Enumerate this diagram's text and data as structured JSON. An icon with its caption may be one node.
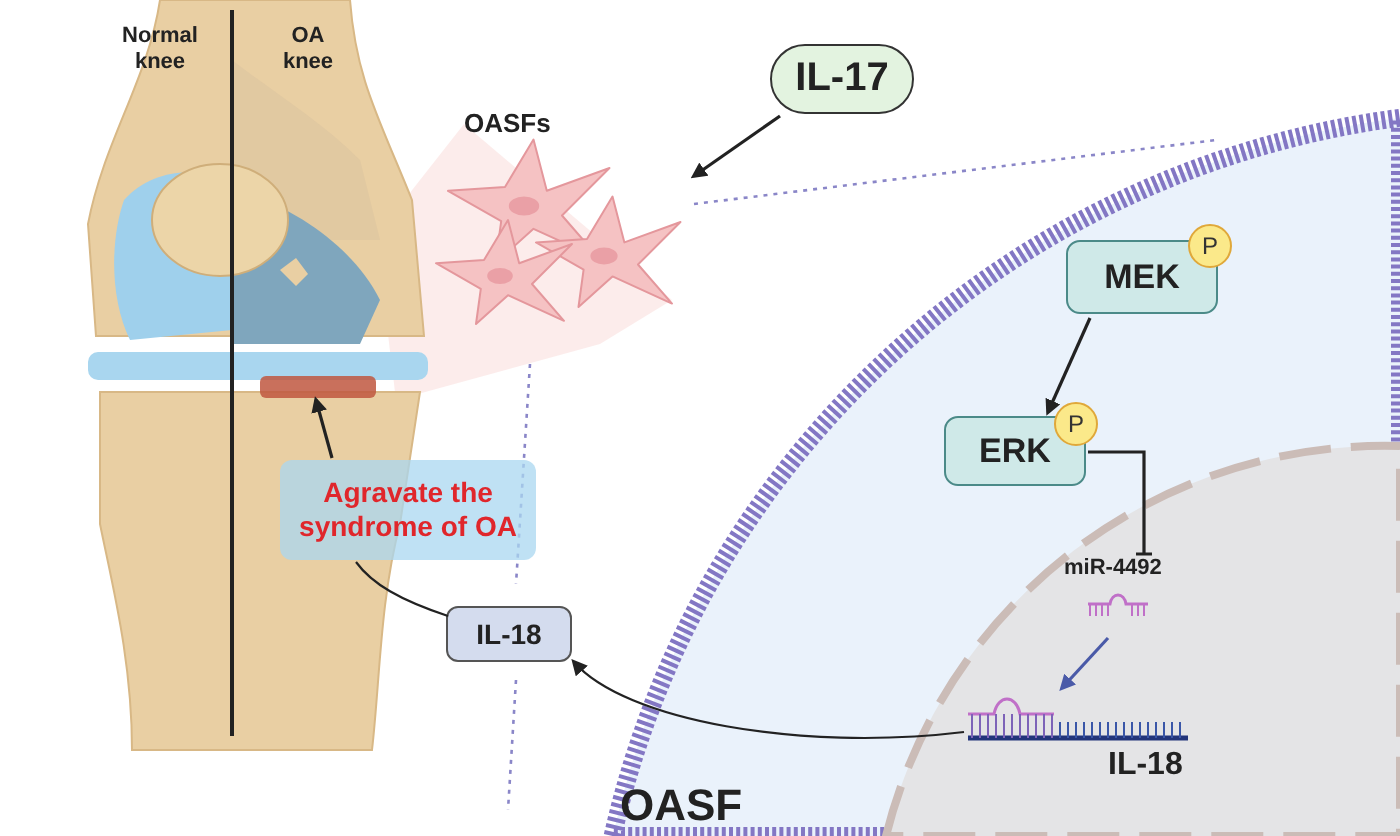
{
  "diagram": {
    "nodes": [
      {
        "text": [],
        "shape": "picture"
      },
      {
        "text": [],
        "shape": "bar",
        "in": 0
      },
      {
        "text": [],
        "shape": "picture",
        "beside": [
          "OASFs"
        ]
      },
      {
        "text": [
          "IL-17"
        ]
      },
      {
        "text": [
          "OASF"
        ]
      },
      {
        "text": [
          "MEK"
        ],
        "in": 4
      },
      {
        "text": [
          "P"
        ],
        "in": 4
      },
      {
        "text": [
          "ERK"
        ],
        "in": 4
      },
      {
        "text": [
          "P"
        ],
        "in": 4
      },
      {
        "text": [],
        "shape": "circle",
        "in": 4
      },
      {
        "text": [
          "miR-4492"
        ],
        "in": 9
      },
      {
        "text": [
          "IL-18"
        ],
        "in": 9
      },
      {
        "text": [
          "IL-18"
        ]
      },
      {
        "text": [
          "Agravate the syndrome of OA"
        ]
      }
    ],
    "edges": [
      {
        "from": 3,
        "to": 2,
        "arrow": "to"
      },
      {
        "from": 5,
        "to": 7,
        "arrow": "to"
      },
      {
        "from": 7,
        "to": 10,
        "arrow": "other"
      },
      {
        "from": 10,
        "to": 11,
        "arrow": "to",
        "color": "#4a5aa8"
      },
      {
        "from": 11,
        "to": 12,
        "arrow": "to"
      },
      {
        "from": 12,
        "to": 13,
        "arrow": "none"
      },
      {
        "from": 13,
        "to": 1,
        "arrow": "to"
      }
    ],
    "labels": [
      "Normal knee",
      "OA knee"
    ]
  }
}
